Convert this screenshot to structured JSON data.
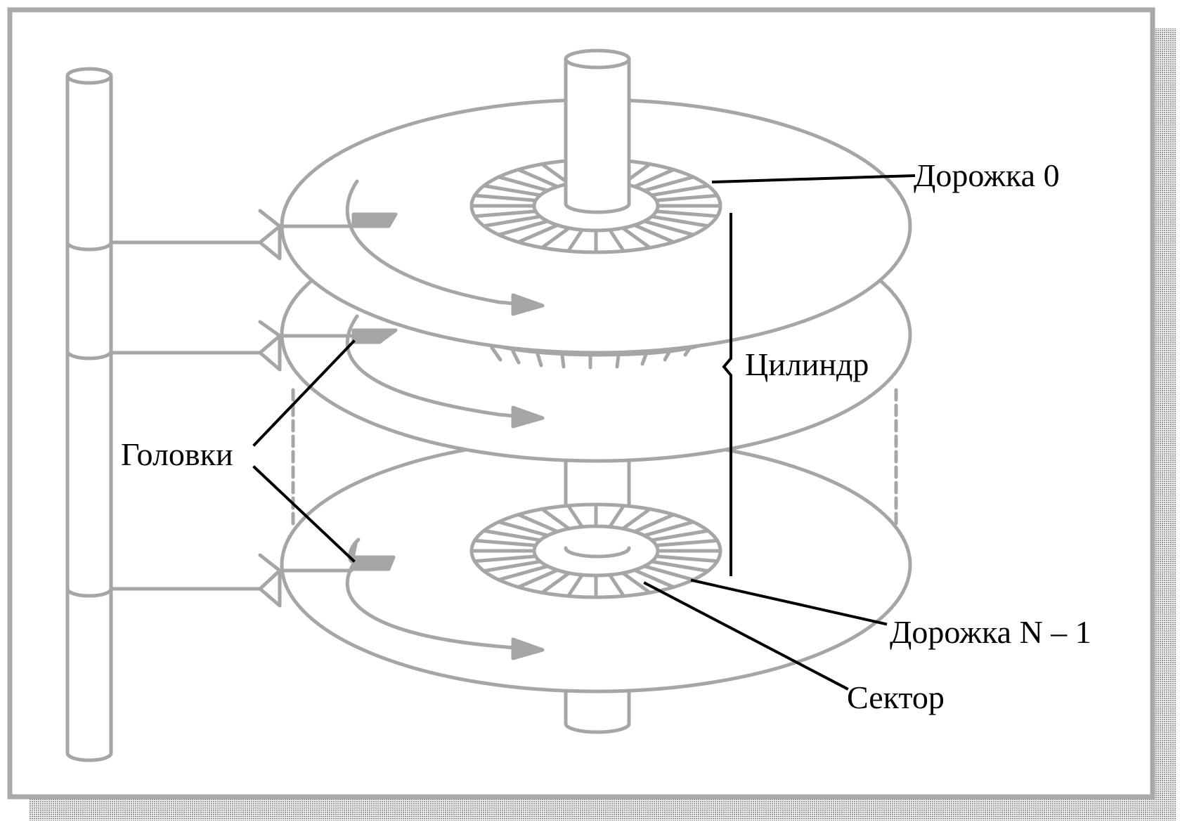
{
  "diagram": {
    "type": "hard-disk-geometry",
    "colors": {
      "background": "#ffffff",
      "panel_fill": "#ffffff",
      "panel_border": "#a9a9a9",
      "panel_shadow": "#b3b3b3",
      "drawing": "#a6a6a6",
      "leader_lines": "#000000",
      "text": "#000000"
    },
    "labels": {
      "track0": "Дорожка 0",
      "cylinder": "Цилиндр",
      "heads": "Головки",
      "trackN": "Дорожка N – 1",
      "sector": "Сектор"
    },
    "platters": 3,
    "sectors_per_track": 28,
    "icons": [
      "spindle",
      "head-arm-post",
      "read-write-head",
      "rotation-arrow"
    ]
  }
}
